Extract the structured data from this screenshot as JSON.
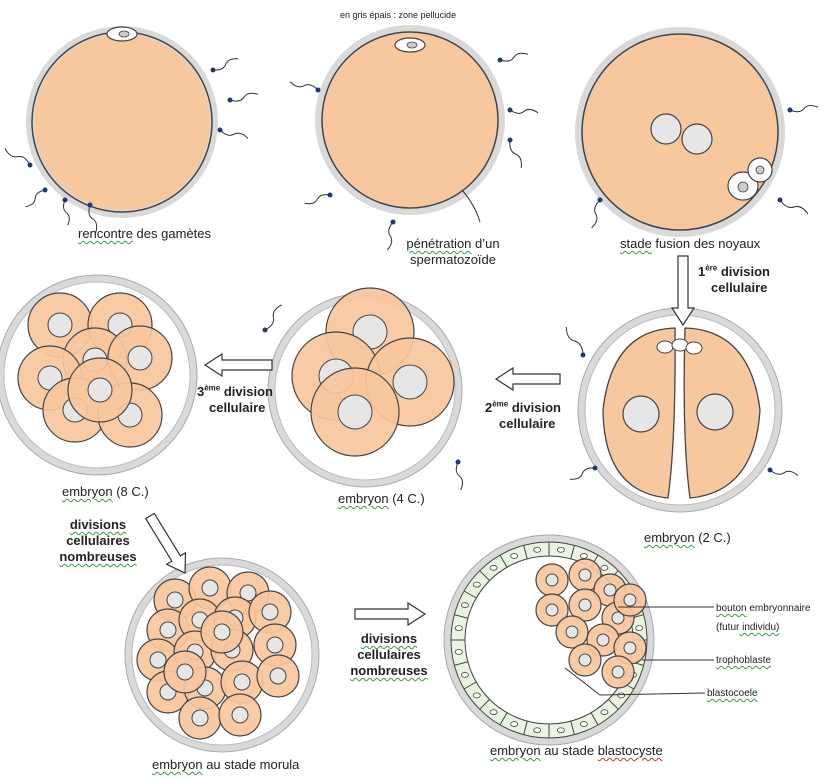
{
  "note": "en gris épais : zone pellucide",
  "stages": {
    "rencontre": {
      "prefix": "rencontre",
      "suffix": " des gamètes"
    },
    "penetration": {
      "line1_a": "pénétration",
      "line1_b": " d’un",
      "line2": "spermatozoïde"
    },
    "fusion": {
      "prefix": "stade",
      "suffix": " fusion des noyaux"
    },
    "deux": {
      "label": "embryon",
      "suffix": " (2 C.)"
    },
    "quatre": {
      "label": "embryon",
      "suffix": " (4 C.)"
    },
    "huit": {
      "label": "embryon",
      "suffix": " (8 C.)"
    },
    "morula": {
      "label": "embryon",
      "mid": " au ",
      "suffix": "stade morula"
    },
    "blastocyste": {
      "label": "embryon",
      "mid": " au stade ",
      "suffix": "blastocyste"
    }
  },
  "arrows": {
    "div1": {
      "num": "1",
      "sup": "ère",
      "word": " division",
      "line2": "cellulaire"
    },
    "div2": {
      "num": "2",
      "sup": "ème",
      "word": " division",
      "line2": "cellulaire"
    },
    "div3": {
      "num": "3",
      "sup": "ème",
      "word": " division",
      "line2": "cellulaire"
    },
    "many1": {
      "line1": "divisions",
      "line2": "cellulaires",
      "line3": "nombreuses"
    },
    "many2": {
      "line1": "divisions",
      "line2": "cellulaires",
      "line3": "nombreuses"
    }
  },
  "annotations": {
    "bouton": {
      "a": "bouton",
      "b": " embryonnaire"
    },
    "futur": {
      "a": "(futur",
      "b": " individu)"
    },
    "trophoblaste": "trophoblaste",
    "blastocoele": "blastocoele"
  },
  "colors": {
    "cell_fill": "#f7c79d",
    "zona": "#d9d9d9",
    "outline": "#444444",
    "trophoblast": "#e9f3e2"
  }
}
